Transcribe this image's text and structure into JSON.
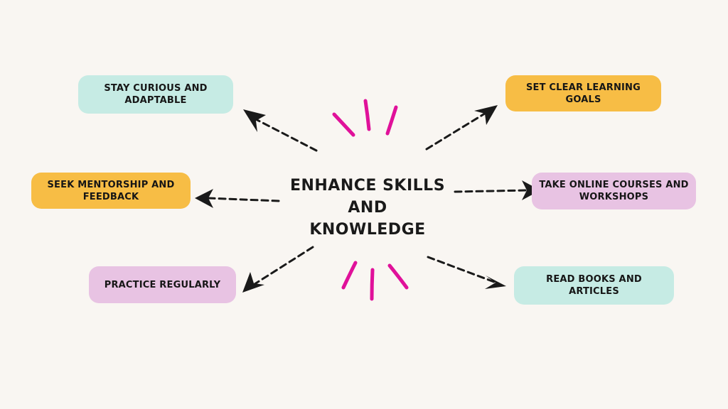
{
  "center": {
    "title_line1": "ENHANCE SKILLS AND",
    "title_line2": "KNOWLEDGE"
  },
  "nodes": {
    "curious": {
      "label": "STAY CURIOUS AND ADAPTABLE",
      "color": "#c6ebe4"
    },
    "goals": {
      "label": "SET CLEAR LEARNING GOALS",
      "color": "#f7bd45"
    },
    "mentor": {
      "label": "SEEK MENTORSHIP AND FEEDBACK",
      "color": "#f7bd45"
    },
    "courses": {
      "label": "TAKE ONLINE COURSES AND WORKSHOPS",
      "color": "#e8c3e3"
    },
    "practice": {
      "label": "PRACTICE REGULARLY",
      "color": "#e8c3e3"
    },
    "books": {
      "label": "READ BOOKS AND ARTICLES",
      "color": "#c6ebe4"
    }
  },
  "colors": {
    "background": "#f9f6f2",
    "arrow": "#1a1a1a",
    "accent_strokes": "#e0119a"
  }
}
